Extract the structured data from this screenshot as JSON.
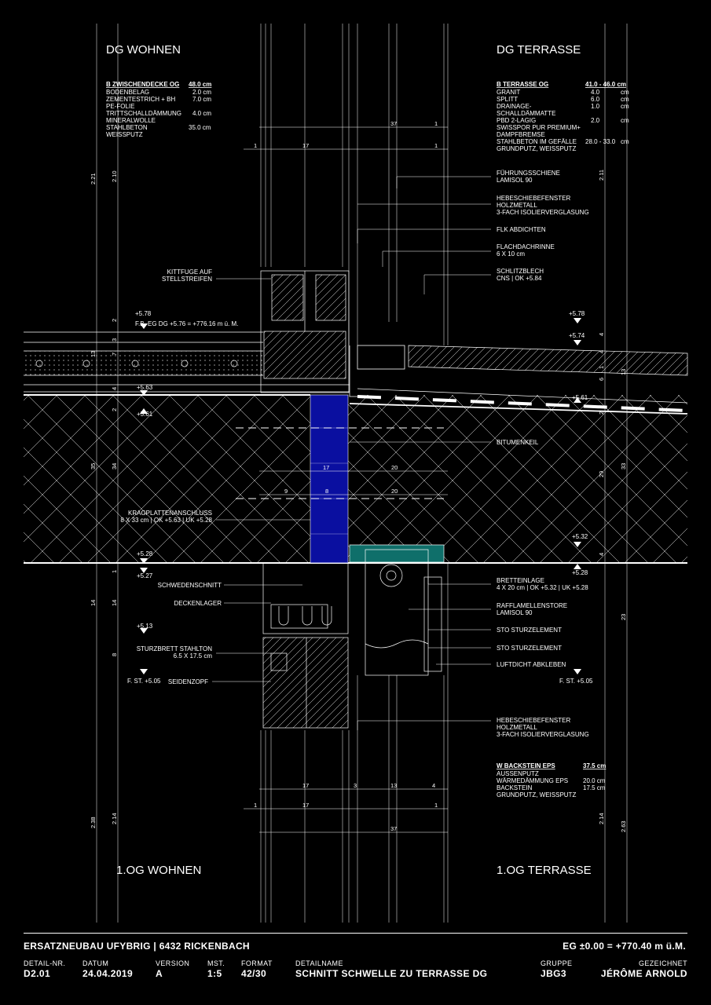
{
  "rooms": {
    "top_left": "DG WOHNEN",
    "top_right": "DG TERRASSE",
    "bottom_left": "1.OG WOHNEN",
    "bottom_right": "1.OG TERRASSE"
  },
  "build_ups": {
    "ceiling": {
      "title": "B ZWISCHENDECKE OG",
      "total": "48.0 cm",
      "layers": [
        {
          "name": "BODENBELAG",
          "value": "2.0 cm"
        },
        {
          "name": "ZEMENTESTRICH + BH",
          "value": "7.0 cm"
        },
        {
          "name": "PE-FOLIE",
          "value": ""
        },
        {
          "name": "TRITTSCHALLDÄMMUNG",
          "value": "4.0 cm"
        },
        {
          "name": "MINERALWOLLE",
          "value": ""
        },
        {
          "name": "STAHLBETON",
          "value": "35.0 cm"
        },
        {
          "name": "WEISSPUTZ",
          "value": ""
        }
      ]
    },
    "terrace": {
      "title": "B TERRASSE    OG",
      "total": "41.0 - 46.0 cm",
      "layers": [
        {
          "name": "GRANIT",
          "value": "4.0",
          "unit": "cm"
        },
        {
          "name": "SPLITT",
          "value": "6.0",
          "unit": "cm"
        },
        {
          "name": "DRAINAGE-",
          "value": "1.0",
          "unit": "cm"
        },
        {
          "name": "SCHALLDÄMMATTE",
          "value": "",
          "unit": ""
        },
        {
          "name": "PBD 2-LAGIG",
          "value": "2.0",
          "unit": "cm"
        },
        {
          "name": "SWISSPOR PUR PREMIUM+",
          "value": "",
          "unit": ""
        },
        {
          "name": "DAMPFBREMSE",
          "value": "",
          "unit": ""
        },
        {
          "name": "STAHLBETON IM GEFÄLLE",
          "value": "28.0 - 33.0",
          "unit": "cm"
        },
        {
          "name": "GRUNDPUTZ, WEISSPUTZ",
          "value": "",
          "unit": ""
        }
      ]
    },
    "wall": {
      "title": "W BACKSTEIN EPS",
      "total": "37.5 cm",
      "layers": [
        {
          "name": "AUSSENPUTZ",
          "value": ""
        },
        {
          "name": "WÄRMEDÄMMUNG EPS",
          "value": "20.0 cm"
        },
        {
          "name": "BACKSTEIN",
          "value": "17.5 cm"
        },
        {
          "name": "GRUNDPUTZ, WEISSPUTZ",
          "value": ""
        }
      ]
    }
  },
  "labels_right": {
    "fuehrung_1": "FÜHRUNGSSCHIENE",
    "fuehrung_2": "LAMISOL 90",
    "hebe_top_1": "HEBESCHIEBEFENSTER",
    "hebe_top_2": "HOLZMETALL",
    "hebe_top_3": "3-FACH ISOLIERVERGLASUNG",
    "flk": "FLK ABDICHTEN",
    "rinne_1": "FLACHDACHRINNE",
    "rinne_2": "6 X 10 cm",
    "schlitz_1": "SCHLITZBLECH",
    "schlitz_2": "CNS | OK +5.84",
    "bitumen": "BITUMENKEIL",
    "brett_1": "BRETTEINLAGE",
    "brett_2": "4 X 20 cm | OK +5.32 | UK +5.28",
    "raff_1": "RAFFLAMELLENSTORE",
    "raff_2": "LAMISOL 90",
    "sto_1": "STO STURZELEMENT",
    "sto_2": "STO STURZELEMENT",
    "luft": "LUFTDICHT ABKLEBEN",
    "hebe_bot_1": "HEBESCHIEBEFENSTER",
    "hebe_bot_2": "HOLZMETALL",
    "hebe_bot_3": "3-FACH ISOLIERVERGLASUNG"
  },
  "labels_left": {
    "kitt_1": "KITTFUGE AUF",
    "kitt_2": "STELLSTREIFEN",
    "krag_1": "KRAGPLATTENANSCHLUSS",
    "krag_2": "8 X 33 cm | OK +5.63 | UK +5.28",
    "schweden": "SCHWEDENSCHNITT",
    "decken": "DECKENLAGER",
    "sturz_1": "STURZBRETT STAHLTON",
    "sturz_2": "6.5 X 17.5 cm",
    "seiden": "SEIDENZOPF"
  },
  "levels": {
    "fb": "F.B. EG DG +5.76 = +776.16 m ü. M.",
    "l578_left": "+5.78",
    "l578_right": "+5.78",
    "l574": "+5.74",
    "l563": "+5.63",
    "l561_left": "+5.61",
    "l561_right": "+5.61",
    "l532": "+5.32",
    "l528_left": "+5.28",
    "l528_right": "+5.28",
    "l527": "+5.27",
    "l513": "+5.13",
    "fst_left": "F. ST. +5.05",
    "fst_right": "F. ST. +5.05"
  },
  "dimensions": {
    "v_left_outer": [
      "2.21",
      "13",
      "35",
      "14",
      "2.38"
    ],
    "v_left_inner": [
      "2.10",
      "2",
      "3",
      "7",
      "4",
      "2",
      "34",
      "1",
      "14",
      "8",
      "2.14"
    ],
    "v_right_outer": [
      "2.11",
      "13",
      "33",
      "23",
      "2.63"
    ],
    "v_right_inner": [
      "4",
      "4",
      "1",
      "6",
      "2",
      "29",
      "4",
      "2.14"
    ],
    "h_top": [
      "37",
      "1",
      "1",
      "17",
      "1"
    ],
    "h_mid": [
      "17",
      "20",
      "9",
      "8",
      "20"
    ],
    "h_bottom": [
      "17",
      "3",
      "13",
      "4",
      "1",
      "17",
      "1",
      "37"
    ]
  },
  "title_block": {
    "project": "ERSATZNEUBAU UFYBRIG | 6432 RICKENBACH",
    "reference": "EG ±0.00 = +770.40 m ü.M.",
    "fields": [
      {
        "label": "DETAIL-NR.",
        "value": "D2.01"
      },
      {
        "label": "DATUM",
        "value": "24.04.2019"
      },
      {
        "label": "VERSION",
        "value": "A"
      },
      {
        "label": "MST.",
        "value": "1:5"
      },
      {
        "label": "FORMAT",
        "value": "42/30"
      },
      {
        "label": "DETAILNAME",
        "value": "SCHNITT SCHWELLE ZU TERRASSE DG"
      },
      {
        "label": "GRUPPE",
        "value": "JBG3"
      },
      {
        "label": "GEZEICHNET",
        "value": "JÉRÔME ARNOLD"
      }
    ]
  },
  "colors": {
    "background": "#000000",
    "lines": "#ffffff",
    "insulation_block": "#0a0fa0",
    "store_box": "#0f6f6a"
  }
}
